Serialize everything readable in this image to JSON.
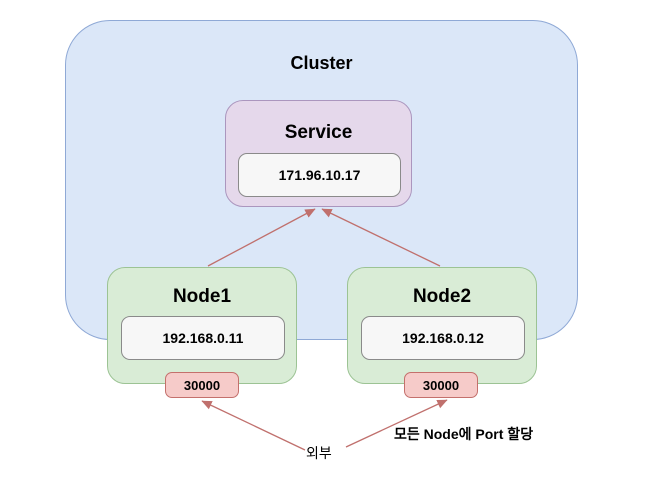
{
  "diagram": {
    "cluster": {
      "label": "Cluster",
      "service": {
        "label": "Service",
        "ip": "171.96.10.17"
      },
      "nodes": [
        {
          "label": "Node1",
          "ip": "192.168.0.11",
          "port": "30000"
        },
        {
          "label": "Node2",
          "ip": "192.168.0.12",
          "port": "30000"
        }
      ]
    },
    "annotations": {
      "external_label": "외부",
      "port_note": "모든 Node에 Port 할당"
    },
    "colors": {
      "cluster_fill": "#dbe7f8",
      "cluster_stroke": "#8fa9d6",
      "service_fill": "#e5d8eb",
      "service_stroke": "#ab96be",
      "node_fill": "#d9ecd6",
      "node_stroke": "#9cc394",
      "ip_fill": "#f7f7f7",
      "ip_stroke": "#8a8a8a",
      "port_fill": "#f6cbc9",
      "port_stroke": "#c4706c",
      "arrow": "#c0706d"
    }
  }
}
